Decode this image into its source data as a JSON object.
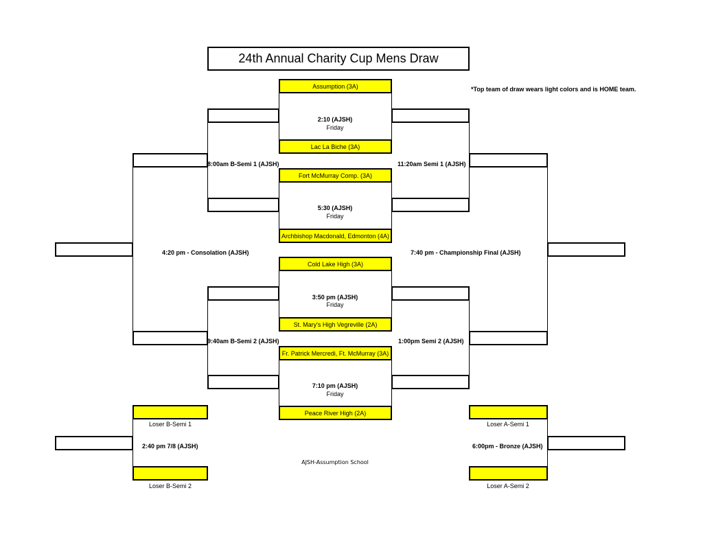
{
  "title": "24th Annual Charity Cup Mens Draw",
  "note": "*Top team of draw wears light colors and is HOME team.",
  "footer": "AJSH-Assumption School",
  "colors": {
    "team_fill": "#ffff00",
    "line": "#000000",
    "background": "#ffffff"
  },
  "round1": [
    {
      "top": "Assumption (3A)",
      "bottom": "Lac La Biche (3A)",
      "time": "2:10 (AJSH)",
      "day": "Friday"
    },
    {
      "top": "Fort McMurray Comp. (3A)",
      "bottom": "Archbishop Macdonald, Edmonton (4A)",
      "time": "5:30 (AJSH)",
      "day": "Friday"
    },
    {
      "top": "Cold Lake High (3A)",
      "bottom": "St. Mary's High Vegreville (2A)",
      "time": "3:50 pm (AJSH)",
      "day": "Friday"
    },
    {
      "top": "Fr. Patrick Mercredi, Ft. McMurray (3A)",
      "bottom": "Peace River High (2A)",
      "time": "7:10 pm (AJSH)",
      "day": "Friday"
    }
  ],
  "semis": {
    "b_semi_1": "8:00am B-Semi 1 (AJSH)",
    "b_semi_2": "9:40am B-Semi 2 (AJSH)",
    "semi_1": "11:20am Semi 1 (AJSH)",
    "semi_2": "1:00pm Semi 2 (AJSH)"
  },
  "finals": {
    "consolation": "4:20 pm - Consolation (AJSH)",
    "championship": "7:40 pm  - Championship Final (AJSH)",
    "b_side_game": "2:40 pm 7/8 (AJSH)",
    "bronze": "6:00pm - Bronze (AJSH)"
  },
  "losers": {
    "b_semi_1": "Loser B-Semi 1",
    "b_semi_2": "Loser B-Semi 2",
    "a_semi_1": "Loser A-Semi 1",
    "a_semi_2": "Loser A-Semi 2"
  }
}
